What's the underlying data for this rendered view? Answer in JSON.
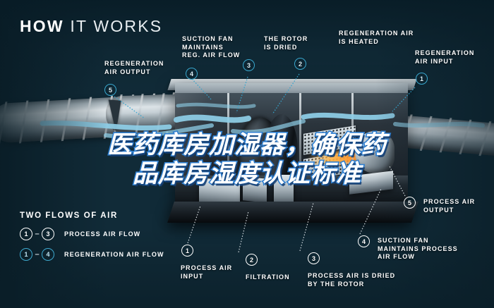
{
  "title": {
    "bold_part": "HOW",
    "light_part": "IT WORKS"
  },
  "headline": {
    "text": "医药库房加湿器，确保药\n品库房湿度认证标准"
  },
  "colors": {
    "background_dark": "#0d2530",
    "background_mid": "#1d3242",
    "accent_cyan": "#39a8cf",
    "airflow_blue": "#8fcfe8",
    "heat_orange": "#ff9a2e",
    "text_white": "#ffffff",
    "headline_outline": "#2f7fd0"
  },
  "callouts": [
    {
      "number": "1",
      "label": "REGENERATION\nAIR INPUT",
      "group": "regeneration"
    },
    {
      "number": "2",
      "label": "REGENERATION AIR\nIS HEATED",
      "group": "regeneration"
    },
    {
      "number": "3",
      "label": "THE ROTOR\nIS DRIED",
      "group": "regeneration"
    },
    {
      "number": "4",
      "label": "SUCTION FAN\nMAINTAINS\nREG. AIR FLOW",
      "group": "regeneration"
    },
    {
      "number": "5",
      "label": "REGENERATION\nAIR OUTPUT",
      "group": "regeneration"
    },
    {
      "number": "1",
      "label": "PROCESS AIR\nINPUT",
      "group": "process"
    },
    {
      "number": "2",
      "label": "FILTRATION",
      "group": "process"
    },
    {
      "number": "3",
      "label": "PROCESS AIR IS DRIED\nBY THE ROTOR",
      "group": "process"
    },
    {
      "number": "4",
      "label": "SUCTION FAN\nMAINTAINS PROCESS\nAIR FLOW",
      "group": "process"
    },
    {
      "number": "5",
      "label": "PROCESS AIR\nOUTPUT",
      "group": "process"
    }
  ],
  "legend": {
    "title": "TWO FLOWS OF AIR",
    "rows": [
      {
        "from": "1",
        "dash": "–",
        "to": "3",
        "label": "PROCESS AIR FLOW",
        "style": "white"
      },
      {
        "from": "1",
        "dash": "–",
        "to": "4",
        "label": "REGENERATION AIR FLOW",
        "style": "cyan"
      }
    ]
  }
}
